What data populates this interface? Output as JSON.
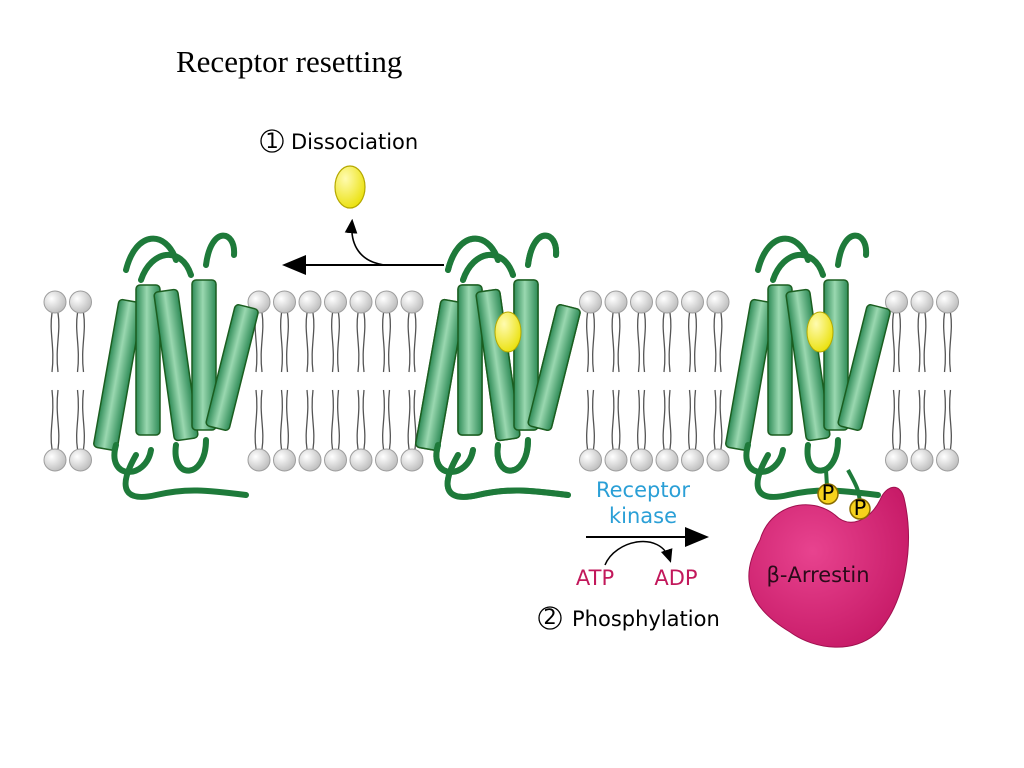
{
  "title": "Receptor resetting",
  "step1": {
    "number": "1",
    "label": "Dissociation"
  },
  "step2": {
    "number": "2",
    "label": "Phosphylation"
  },
  "kinase": {
    "line1": "Receptor",
    "line2": "kinase"
  },
  "atp": "ATP",
  "adp": "ADP",
  "phospho_badge": "P",
  "arrestin": "β-Arrestin",
  "colors": {
    "helix": "#3da36b",
    "loop": "#1e7a3a",
    "ligand": "#f3ec1c",
    "kinase_text": "#2a9fd6",
    "atp_text": "#c2185b",
    "arrestin": "#d81b78",
    "lipid_head": "#e8e8e8"
  }
}
